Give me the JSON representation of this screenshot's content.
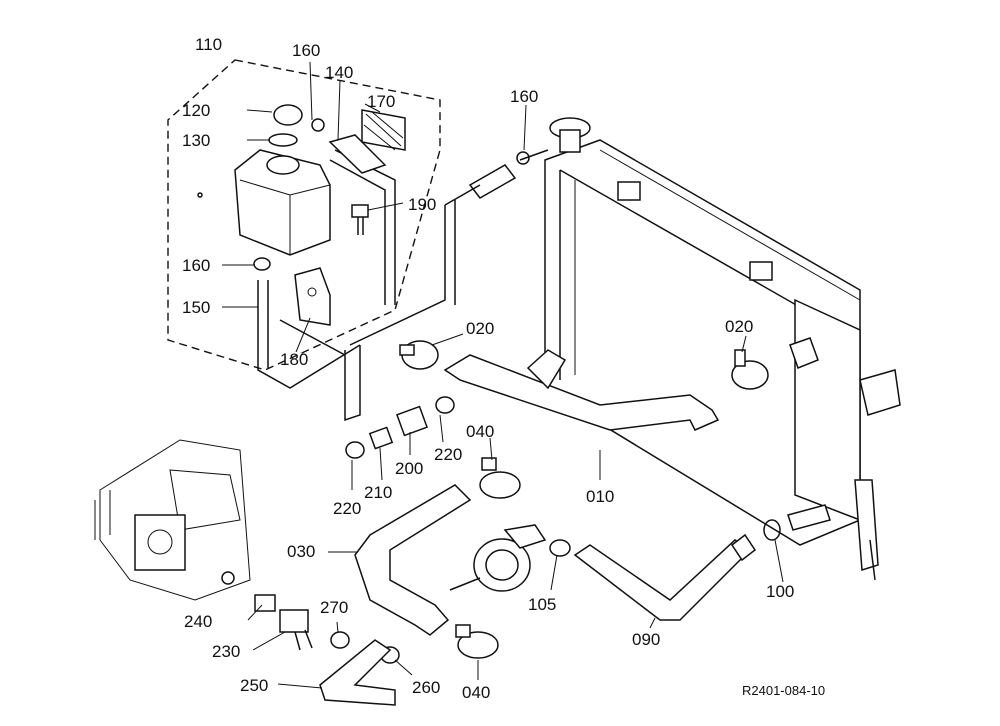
{
  "callouts": [
    {
      "id": "c110",
      "label": "110"
    },
    {
      "id": "c160a",
      "label": "160"
    },
    {
      "id": "c140",
      "label": "140"
    },
    {
      "id": "c120",
      "label": "120"
    },
    {
      "id": "c170",
      "label": "170"
    },
    {
      "id": "c130",
      "label": "130"
    },
    {
      "id": "c190",
      "label": "190"
    },
    {
      "id": "c160b",
      "label": "160"
    },
    {
      "id": "c150",
      "label": "150"
    },
    {
      "id": "c180",
      "label": "180"
    },
    {
      "id": "c160c",
      "label": "160"
    },
    {
      "id": "c020a",
      "label": "020"
    },
    {
      "id": "c020b",
      "label": "020"
    },
    {
      "id": "c040a",
      "label": "040"
    },
    {
      "id": "c220a",
      "label": "220"
    },
    {
      "id": "c200",
      "label": "200"
    },
    {
      "id": "c210",
      "label": "210"
    },
    {
      "id": "c220b",
      "label": "220"
    },
    {
      "id": "c010",
      "label": "010"
    },
    {
      "id": "c030",
      "label": "030"
    },
    {
      "id": "c105",
      "label": "105"
    },
    {
      "id": "c100",
      "label": "100"
    },
    {
      "id": "c240",
      "label": "240"
    },
    {
      "id": "c270",
      "label": "270"
    },
    {
      "id": "c090",
      "label": "090"
    },
    {
      "id": "c230",
      "label": "230"
    },
    {
      "id": "c260",
      "label": "260"
    },
    {
      "id": "c250",
      "label": "250"
    },
    {
      "id": "c040b",
      "label": "040"
    }
  ],
  "reference_code": "R2401-084-10"
}
